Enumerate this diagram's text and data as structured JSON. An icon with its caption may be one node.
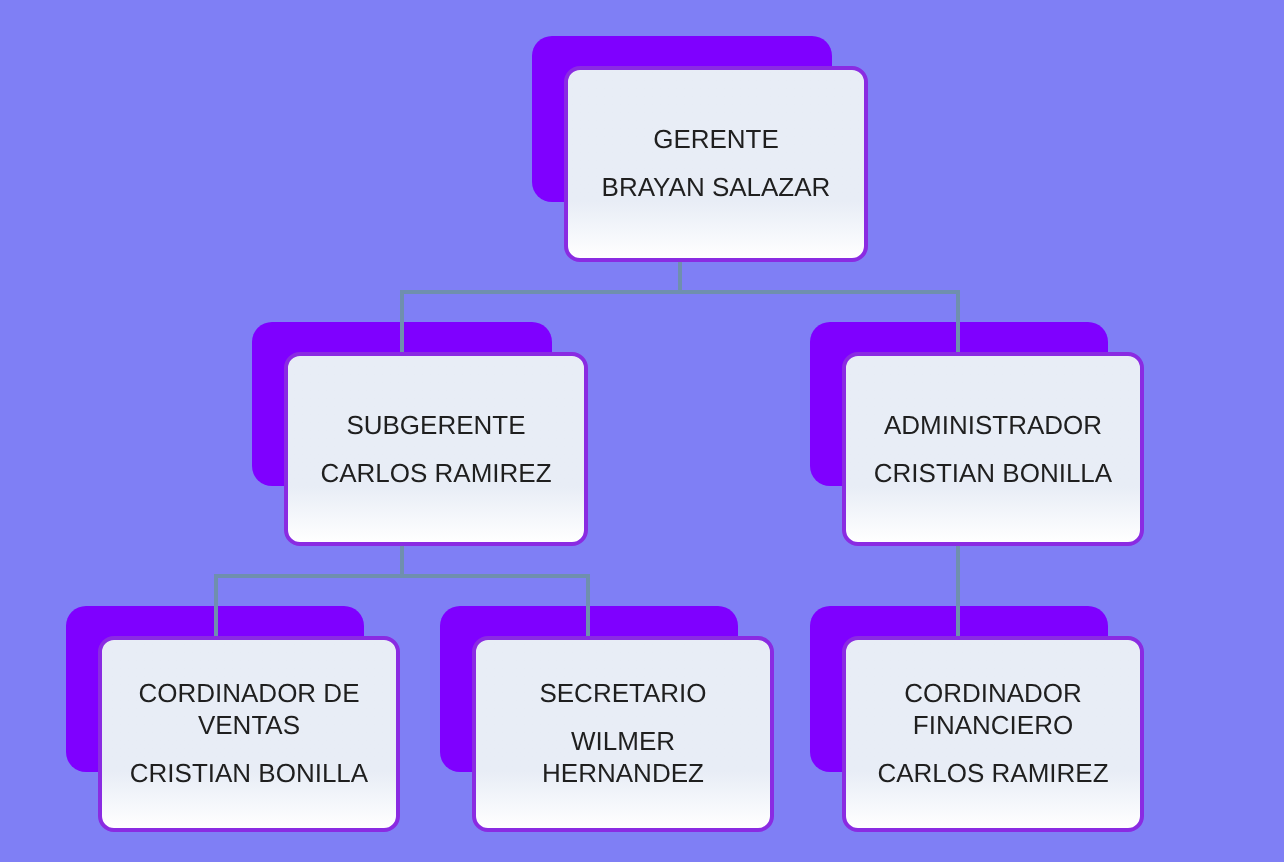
{
  "diagram": {
    "nodes": [
      {
        "text": [
          "GERENTE",
          "BRAYAN SALAZAR"
        ]
      },
      {
        "text": [
          "SUBGERENTE",
          "CARLOS RAMIREZ"
        ]
      },
      {
        "text": [
          "ADMINISTRADOR",
          "CRISTIAN BONILLA"
        ]
      },
      {
        "text": [
          "CORDINADOR DE VENTAS",
          "CRISTIAN BONILLA"
        ]
      },
      {
        "text": [
          "SECRETARIO",
          "WILMER HERNANDEZ"
        ]
      },
      {
        "text": [
          "CORDINADOR FINANCIERO",
          "CARLOS RAMIREZ"
        ]
      }
    ],
    "edges": [
      {
        "from": 0,
        "to": 1,
        "arrow": "none"
      },
      {
        "from": 0,
        "to": 2,
        "arrow": "none"
      },
      {
        "from": 1,
        "to": 3,
        "arrow": "none"
      },
      {
        "from": 1,
        "to": 4,
        "arrow": "none"
      },
      {
        "from": 2,
        "to": 5,
        "arrow": "none"
      }
    ]
  }
}
